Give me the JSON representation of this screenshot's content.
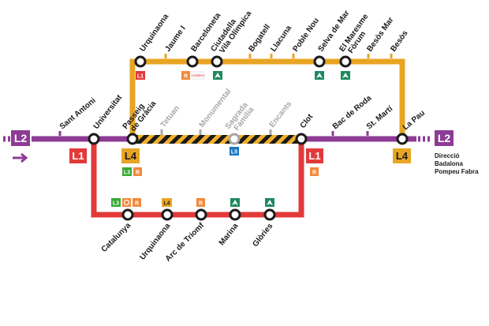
{
  "colors": {
    "l1": "#e23a3a",
    "l2": "#8e3b96",
    "l3": "#3aa935",
    "l4": "#e8a524",
    "l5": "#1a77c0",
    "renfe": "#f08a3c",
    "tram": "#1d8a61",
    "closed": "#a8a8a8"
  },
  "line_badges": {
    "l1_left": "L1",
    "l1_clot": "L1",
    "l2_left": "L2",
    "l2_right": "L2",
    "l4_passeig": "L4",
    "l4_lapau": "L4"
  },
  "direction": {
    "line1": "Direcció",
    "line2": "Badalona",
    "line3": "Pompeu Fabra"
  },
  "stations": {
    "sant_antoni": "Sant Antoni",
    "universitat": "Universitat",
    "passeig_1": "Passeig",
    "passeig_2": "de Gràcia",
    "tetuan": "Tetuan",
    "monumental": "Monumental",
    "sagrada_1": "Sagrada",
    "sagrada_2": "Família",
    "encants": "Encants",
    "clot": "Clot",
    "bac_de_roda": "Bac de Roda",
    "st_marti": "St. Martí",
    "la_pau": "La Pau",
    "urquinaona_top": "Urquinaona",
    "jaume_i": "Jaume I",
    "barceloneta": "Barceloneta",
    "ciutadella_1": "Ciutadella",
    "ciutadella_2": "Vila Olímpica",
    "bogatell": "Bogatell",
    "llacuna": "Llacuna",
    "poble_nou": "Poble Nou",
    "selva_de_mar": "Selva de Mar",
    "el_maresme_1": "El Maresme",
    "el_maresme_2": "Fòrum",
    "besos_mar": "Besòs Mar",
    "besos": "Besòs",
    "catalunya": "Catalunya",
    "urquinaona_bottom": "Urquinaona",
    "arc_de_triomf": "Arc de Triomf",
    "marina": "Marina",
    "glories": "Glòries"
  },
  "transfers": {
    "urquinaona_top_l1": "L1",
    "barceloneta_r": "R",
    "barceloneta_rodalies": "rodalies",
    "passeig_l3": "L3",
    "passeig_r": "R",
    "l5_sagrada": "L5",
    "clot_r": "R",
    "catalunya_l3": "L3",
    "catalunya_r": "R",
    "urquinaona_l4": "L4",
    "arc_r": "R"
  }
}
